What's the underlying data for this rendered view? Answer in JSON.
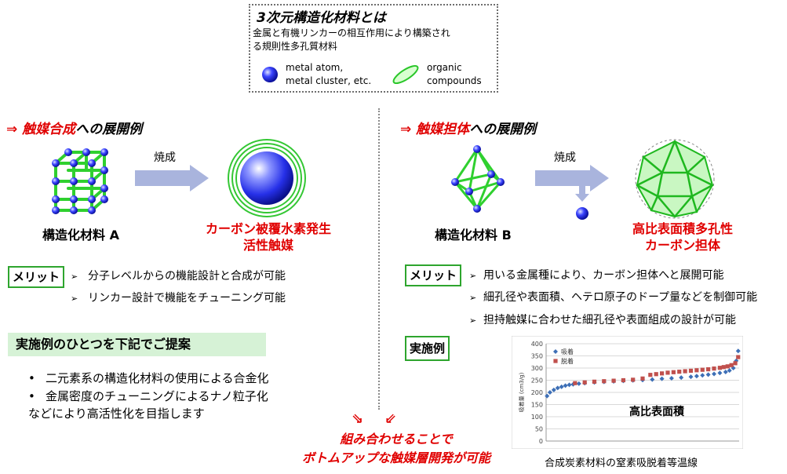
{
  "definition": {
    "title": "3次元構造化材料とは",
    "desc_line1": "金属と有機リンカーの相互作用により構築され",
    "desc_line2": "る規則性多孔質材料",
    "legend_metal_1": "metal atom,",
    "legend_metal_2": "metal cluster, etc.",
    "legend_organic_1": "organic",
    "legend_organic_2": "compounds"
  },
  "left": {
    "heading_arrow": "⇒",
    "heading_red": "触媒合成",
    "heading_rest": "への展開例",
    "process_label": "焼成",
    "material_label": "構造化材料 A",
    "result_line1": "カーボン被覆水素発生",
    "result_line2": "活性触媒",
    "merit_label": "メリット",
    "merits": [
      "分子レベルからの機能設計と合成が可能",
      "リンカー設計で機能をチューニング可能"
    ],
    "proposal_title": "実施例のひとつを下記でご提案",
    "proposal_items": [
      "二元素系の構造化材料の使用による合金化",
      "金属密度のチューニングによるナノ粒子化"
    ],
    "proposal_tail": "などにより高活性化を目指します"
  },
  "right": {
    "heading_arrow": "⇒",
    "heading_red": "触媒担体",
    "heading_rest": "への展開例",
    "process_label": "焼成",
    "material_label": "構造化材料 B",
    "result_line1": "高比表面積多孔性",
    "result_line2": "カーボン担体",
    "merit_label": "メリット",
    "merits": [
      "用いる金属種により、カーボン担体へと展開可能",
      "細孔径や表面積、ヘテロ原子のドープ量などを制御可能",
      "担持触媒に合わせた細孔径や表面組成の設計が可能"
    ],
    "example_label": "実施例",
    "chart_caption": "合成炭素材料の窒素吸脱着等温線"
  },
  "bottom": {
    "line1": "組み合わせることで",
    "line2": "ボトムアップな触媒層開発が可能"
  },
  "colors": {
    "accent_red": "#e00000",
    "merit_green": "#2ea52e",
    "proposal_bg": "#d6f2d6",
    "arrow_fill": "#a9b4dd",
    "adsorption": "#3d6fb6",
    "desorption": "#c0504d"
  },
  "chart_data": {
    "type": "scatter",
    "title": "",
    "annotation": "高比表面積",
    "ylabel": "吸着量 (cm3/g)",
    "xlabel": "",
    "ylim": [
      0,
      400
    ],
    "yticks": [
      0,
      50,
      100,
      150,
      200,
      250,
      300,
      350,
      400
    ],
    "xlim": [
      0,
      1
    ],
    "legend_position": "top-left",
    "grid": true,
    "series": [
      {
        "name": "吸着",
        "marker": "diamond",
        "x": [
          0.005,
          0.02,
          0.04,
          0.06,
          0.08,
          0.1,
          0.12,
          0.14,
          0.17,
          0.2,
          0.25,
          0.3,
          0.35,
          0.4,
          0.45,
          0.5,
          0.55,
          0.6,
          0.65,
          0.7,
          0.75,
          0.78,
          0.81,
          0.84,
          0.87,
          0.9,
          0.93,
          0.95,
          0.97,
          0.985,
          0.995
        ],
        "y": [
          185,
          200,
          210,
          218,
          223,
          228,
          231,
          233,
          236,
          238,
          241,
          243,
          245,
          247,
          249,
          251,
          253,
          256,
          258,
          261,
          264,
          267,
          270,
          273,
          276,
          280,
          284,
          290,
          300,
          330,
          370
        ]
      },
      {
        "name": "脱着",
        "marker": "square",
        "x": [
          0.995,
          0.98,
          0.96,
          0.94,
          0.92,
          0.9,
          0.87,
          0.84,
          0.81,
          0.78,
          0.75,
          0.72,
          0.69,
          0.66,
          0.63,
          0.6,
          0.57,
          0.54,
          0.5,
          0.45,
          0.4,
          0.35,
          0.3,
          0.25,
          0.2,
          0.15
        ],
        "y": [
          345,
          320,
          312,
          307,
          304,
          301,
          298,
          295,
          293,
          291,
          289,
          287,
          285,
          283,
          281,
          278,
          275,
          272,
          257,
          252,
          250,
          248,
          246,
          244,
          241,
          238
        ]
      }
    ]
  }
}
